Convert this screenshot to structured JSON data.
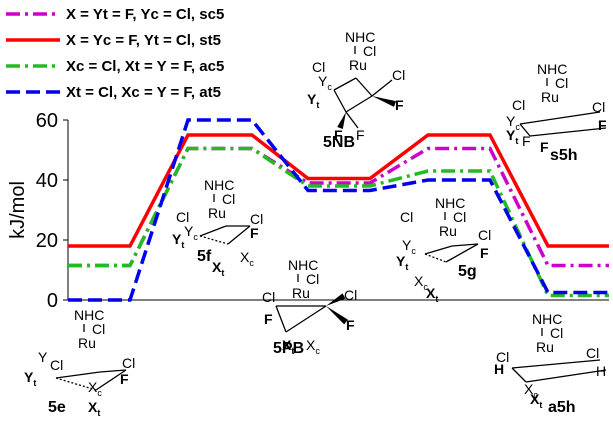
{
  "chart_data": {
    "type": "line",
    "ylabel": "kJ/mol",
    "ylim": [
      0,
      60
    ],
    "yticks": [
      0,
      20,
      40,
      60
    ],
    "grid": false,
    "legend_position": "top-left",
    "x": [
      0,
      1,
      2,
      3,
      4,
      5
    ],
    "series": [
      {
        "name": "X = Yt = F, Yc = Cl, sc5",
        "color": "#cc00cc",
        "dash": "dashdot",
        "values": [
          11.5,
          50.5,
          39.0,
          50.5,
          11.5
        ]
      },
      {
        "name": "X = Yc = F, Yt = Cl, st5",
        "color": "#ff0000",
        "dash": "solid",
        "values": [
          18,
          55,
          40.5,
          55,
          18
        ]
      },
      {
        "name": "Xc = Cl, Xt = Y = F, ac5",
        "color": "#22bb22",
        "dash": "dashdot",
        "values": [
          11.5,
          50.5,
          38.0,
          43.0,
          1.5
        ]
      },
      {
        "name": "Xt = Cl, Xc = Y = F, at5",
        "color": "#0000ee",
        "dash": "dashed",
        "values": [
          0,
          60,
          36.5,
          40.0,
          2.5
        ]
      }
    ],
    "structure_labels": [
      "5NB",
      "5f",
      "5g",
      "5PB",
      "5e",
      "s5h",
      "a5h"
    ]
  },
  "molecule_text": {
    "nhc": "NHC",
    "ru": "Ru",
    "cl": "Cl",
    "f": "F",
    "h": "H",
    "x": "X",
    "y": "Y",
    "t": "t",
    "c": "c"
  }
}
